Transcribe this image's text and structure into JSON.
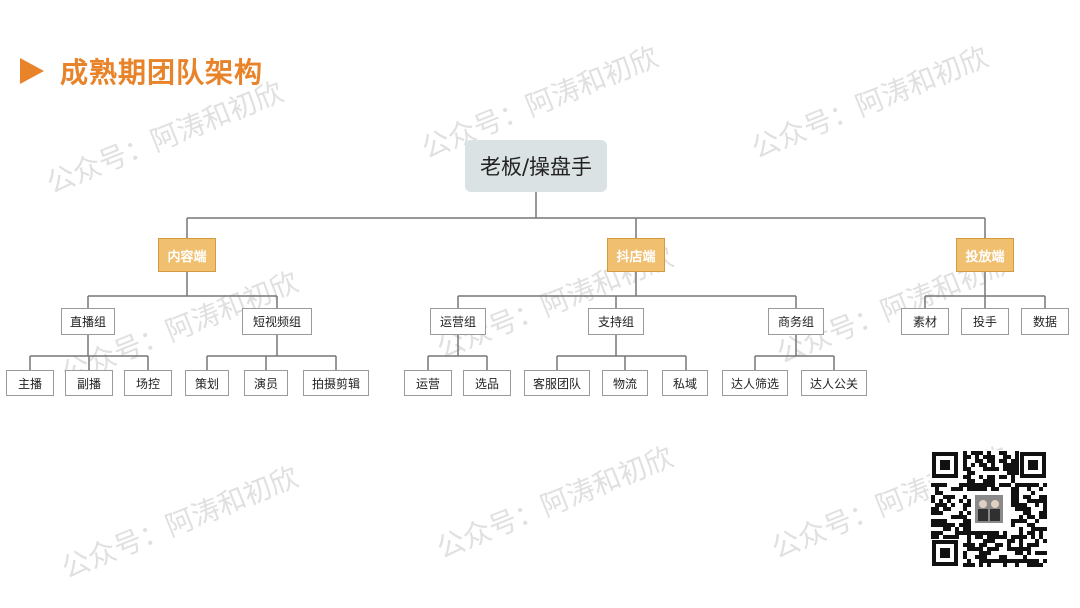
{
  "header": {
    "title": "成熟期团队架构"
  },
  "watermark": {
    "text": "公众号：阿涛和初欣"
  },
  "org": {
    "root": "老板/操盘手",
    "content": {
      "label": "内容端",
      "live": {
        "label": "直播组",
        "members": [
          "主播",
          "副播",
          "场控"
        ]
      },
      "video": {
        "label": "短视频组",
        "members": [
          "策划",
          "演员",
          "拍摄剪辑"
        ]
      }
    },
    "store": {
      "label": "抖店端",
      "ops": {
        "label": "运营组",
        "members": [
          "运营",
          "选品"
        ]
      },
      "support": {
        "label": "支持组",
        "members": [
          "客服团队",
          "物流",
          "私域"
        ]
      },
      "bd": {
        "label": "商务组",
        "members": [
          "达人筛选",
          "达人公关"
        ]
      }
    },
    "ads": {
      "label": "投放端",
      "members": [
        "素材",
        "投手",
        "数据"
      ]
    }
  },
  "colors": {
    "accent": "#e8832a",
    "group_fill": "#f0c070",
    "root_fill": "#dbe2e4",
    "line": "#777777"
  }
}
